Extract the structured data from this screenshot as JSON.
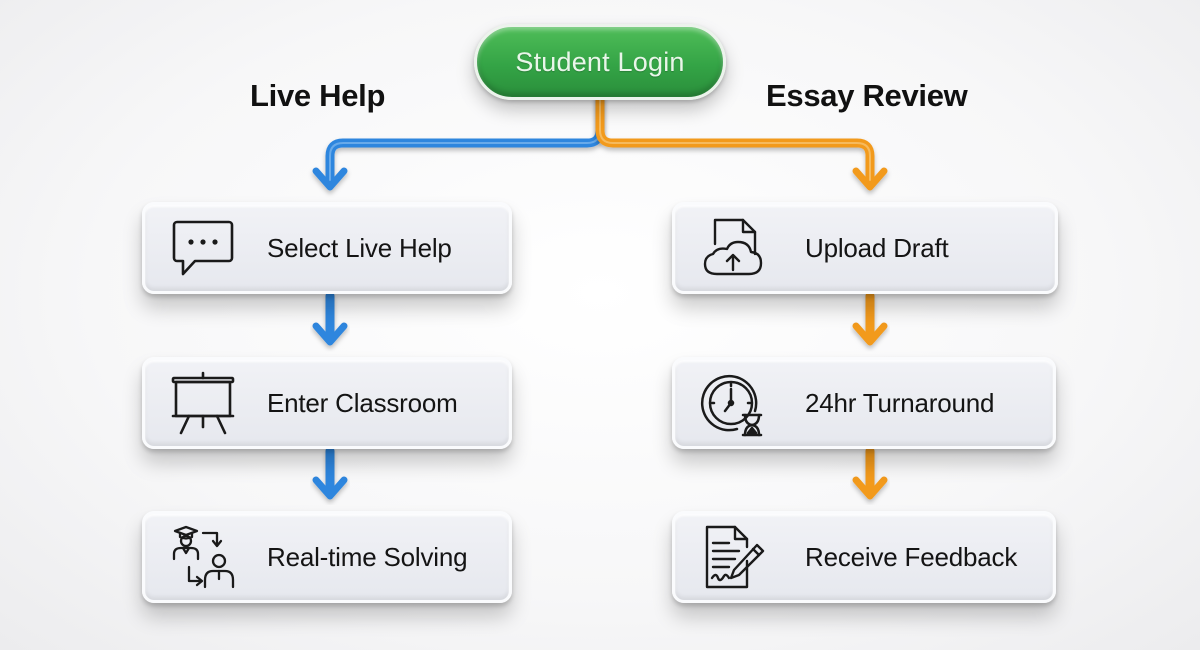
{
  "start": {
    "label": "Student Login"
  },
  "branches": [
    {
      "title": "Live Help",
      "color": "#2f86de",
      "steps": [
        {
          "label": "Select Live Help",
          "icon": "chat-bubble-icon"
        },
        {
          "label": "Enter Classroom",
          "icon": "whiteboard-easel-icon"
        },
        {
          "label": "Real-time Solving",
          "icon": "tutor-student-exchange-icon"
        }
      ]
    },
    {
      "title": "Essay Review",
      "color": "#f29a1f",
      "steps": [
        {
          "label": "Upload Draft",
          "icon": "cloud-upload-document-icon"
        },
        {
          "label": "24hr Turnaround",
          "icon": "clock-hourglass-icon"
        },
        {
          "label": "Receive Feedback",
          "icon": "document-pencil-icon"
        }
      ]
    }
  ],
  "colors": {
    "start": "#34a446",
    "left_branch": "#2f86de",
    "right_branch": "#f29a1f"
  }
}
